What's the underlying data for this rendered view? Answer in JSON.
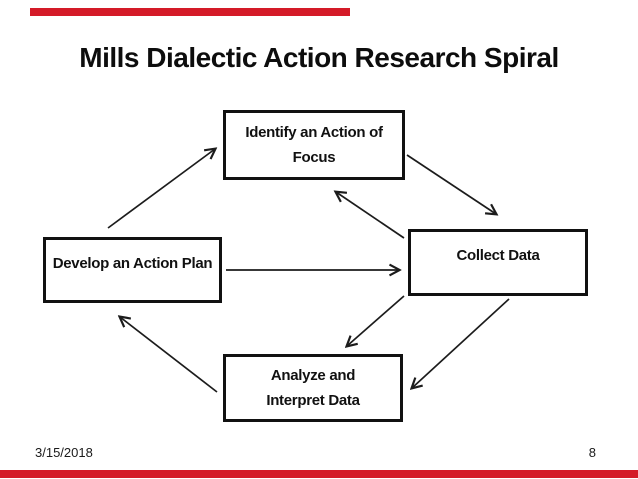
{
  "slide": {
    "title": "Mills Dialectic Action Research Spiral",
    "accent_color": "#d41a28",
    "footer": {
      "date": "3/15/2018",
      "page_number": "8"
    },
    "diagram": {
      "nodes": {
        "identify": {
          "label": "Identify an Action of Focus"
        },
        "collect": {
          "label": "Collect Data"
        },
        "develop": {
          "label": "Develop an Action Plan"
        },
        "analyze": {
          "label": "Analyze and Interpret Data"
        }
      },
      "edges": [
        {
          "from": "develop",
          "to": "identify"
        },
        {
          "from": "identify",
          "to": "collect"
        },
        {
          "from": "collect",
          "to": "identify"
        },
        {
          "from": "develop",
          "to": "collect"
        },
        {
          "from": "collect",
          "to": "analyze",
          "side": "left"
        },
        {
          "from": "collect",
          "to": "analyze",
          "side": "right"
        },
        {
          "from": "analyze",
          "to": "develop"
        }
      ]
    }
  }
}
